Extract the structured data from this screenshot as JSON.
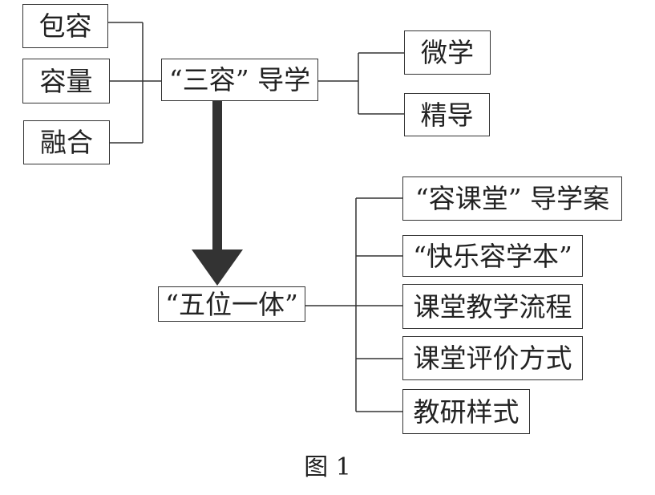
{
  "left_group": [
    "包容",
    "容量",
    "融合"
  ],
  "center_top": "“三容” 导学",
  "right_group_top": [
    "微学",
    "精导"
  ],
  "center_bottom": "“五位一体”",
  "right_group_bottom": [
    "“容课堂” 导学案",
    "“快乐容学本”",
    "课堂教学流程",
    "课堂评价方式",
    "教研样式"
  ],
  "caption": "图 1",
  "colors": {
    "line": "#333333",
    "arrow": "#333333",
    "box_border": "#333333"
  }
}
